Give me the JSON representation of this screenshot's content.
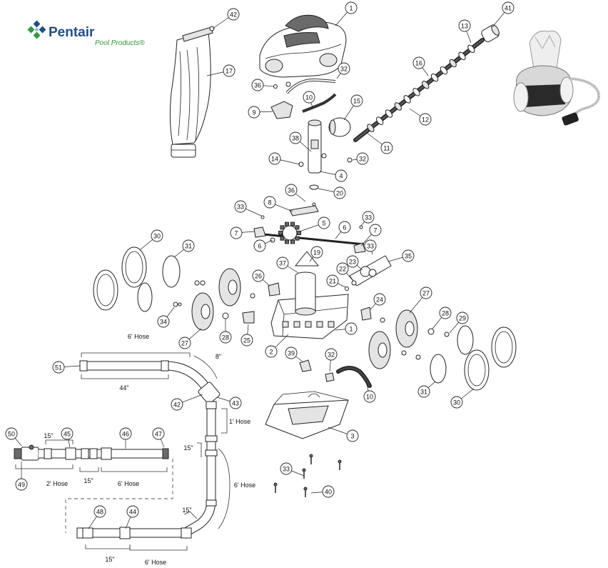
{
  "logo": {
    "brand": "Pentair",
    "tagline": "Pool Products®",
    "brand_color": "#1f4e8c",
    "tagline_color": "#2e9a3c"
  },
  "callouts": {
    "c1a": "1",
    "c1b": "1",
    "c2": "2",
    "c3": "3",
    "c4": "4",
    "c5": "5",
    "c6a": "6",
    "c6b": "6",
    "c7a": "7",
    "c7b": "7",
    "c8": "8",
    "c9": "9",
    "c10a": "10",
    "c10b": "10",
    "c11": "11",
    "c12": "12",
    "c13": "13",
    "c14": "14",
    "c15": "15",
    "c16": "16",
    "c17": "17",
    "c19": "19",
    "c20": "20",
    "c21": "21",
    "c22": "22",
    "c23": "23",
    "c24": "24",
    "c25": "25",
    "c26": "26",
    "c27a": "27",
    "c27b": "27",
    "c28a": "28",
    "c28b": "28",
    "c29": "29",
    "c30a": "30",
    "c30b": "30",
    "c31a": "31",
    "c31b": "31",
    "c32a": "32",
    "c32b": "32",
    "c32c": "32",
    "c33a": "33",
    "c33b": "33",
    "c33c": "33",
    "c33d": "33",
    "c34": "34",
    "c35": "35",
    "c36a": "36",
    "c36b": "36",
    "c37": "37",
    "c38": "38",
    "c39": "39",
    "c40": "40",
    "c41": "41",
    "c42a": "42",
    "c42b": "42",
    "c43": "43",
    "c44": "44",
    "c45": "45",
    "c46": "46",
    "c47": "47",
    "c48": "48",
    "c49": "49",
    "c50": "50",
    "c51": "51"
  },
  "dimensions": {
    "hose_top": "6' Hose",
    "len_44": "44\"",
    "len_8": "8\"",
    "hose_1ft": "1' Hose",
    "len_15_right": "15\"",
    "hose_right": "6' Hose",
    "len_15_bend": "15\"",
    "len_15_left_top": "15\"",
    "hose_2ft": "2' Hose",
    "len_15_left_bottom": "15\"",
    "hose_left": "6' Hose",
    "len_15_bottom": "15\"",
    "hose_bottom": "6' Hose"
  }
}
